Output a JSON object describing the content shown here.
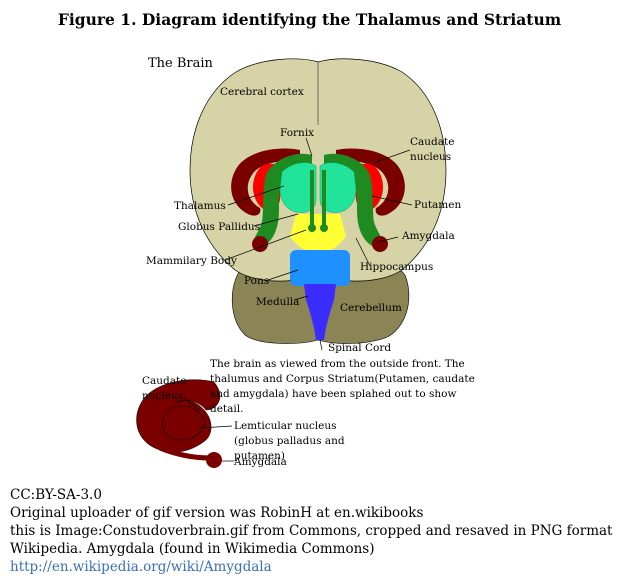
{
  "title": "Figure 1. Diagram identifying the Thalamus and Striatum",
  "diagram": {
    "brain_label": "The Brain",
    "labels": {
      "cerebral_cortex": "Cerebral cortex",
      "fornix": "Fornix",
      "caudate_nucleus_line1": "Caudate",
      "caudate_nucleus_line2": "nucleus",
      "thalamus": "Thalamus",
      "putamen": "Putamen",
      "globus_pallidus": "Globus Pallidus",
      "amygdala": "Amygdala",
      "mammilary_body": "Mammilary Body",
      "hippocampus": "Hippocampus",
      "pons": "Pons",
      "medulla": "Medulla",
      "cerebellum": "Cerebellum",
      "spinal_cord": "Spinal Cord"
    },
    "caption": "The brain as viewed from the outside front. The thalumus and Corpus Striatum(Putamen, caudate and amygdala) have been splahed out to show detail."
  },
  "inset": {
    "caudate_line1": "Caudate",
    "caudate_line2": "nucleus",
    "lenticular": "Lemticular nucleus (globus palladus and putamen)",
    "amygdala": "Amygdala"
  },
  "footer": {
    "license": "CC:BY-SA-3.0",
    "uploader": "Original uploader of gif version was RobinH at en.wikibooks",
    "source": "this is Image:Constudoverbrain.gif from Commons, cropped and resaved in PNG format",
    "wiki": "Wikipedia. Amygdala (found in Wikimedia Commons)",
    "link": "http://en.wikipedia.org/wiki/Amygdala"
  },
  "colors": {
    "cortex": "#d6d3a6",
    "cerebellum": "#8b8455",
    "dark_red": "#7a0000",
    "red": "#ff0000",
    "green": "#1f8a1f",
    "thalamus": "#22e39a",
    "yellow": "#ffff33",
    "pons": "#1e90ff",
    "medulla": "#3a2cff",
    "link": "#3b6fb6"
  }
}
